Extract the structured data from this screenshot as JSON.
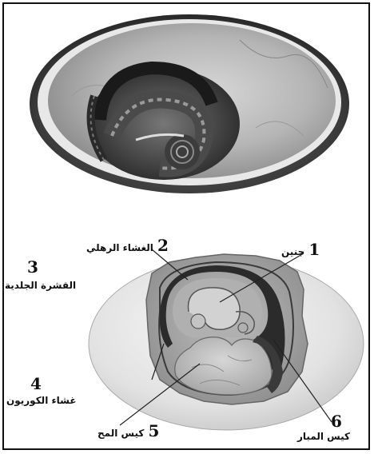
{
  "labels": [
    {
      "id": "l1",
      "num": "1",
      "text": "جنين"
    },
    {
      "id": "l2",
      "num": "2",
      "text": "الغشاء الرهلي"
    },
    {
      "id": "l3",
      "num": "3",
      "text": "القشرة الجلدية"
    },
    {
      "id": "l4",
      "num": "4",
      "text": "غشاء الكوريون"
    },
    {
      "id": "l5",
      "num": "5",
      "text": "كيس المح"
    },
    {
      "id": "l6",
      "num": "6",
      "text": "كيس المبار"
    }
  ]
}
